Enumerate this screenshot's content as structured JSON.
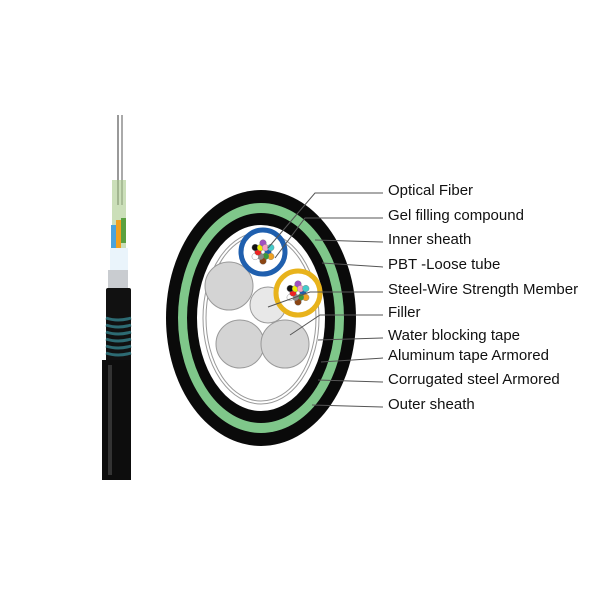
{
  "labels": [
    "Optical Fiber",
    "Gel filling compound",
    "Inner sheath",
    "PBT -Loose tube",
    "Steel-Wire Strength Member",
    "Filler",
    "Water blocking tape",
    "Aluminum tape Armored",
    "Corrugated steel Armored",
    "Outer sheath"
  ],
  "colors": {
    "sheath": "#0a0a0a",
    "green": "#7fc78a",
    "blue_tube": "#1f5fae",
    "yellow_tube": "#e8b31c",
    "filler": "#d4d4d4",
    "corrugation": "#2d6b73"
  }
}
